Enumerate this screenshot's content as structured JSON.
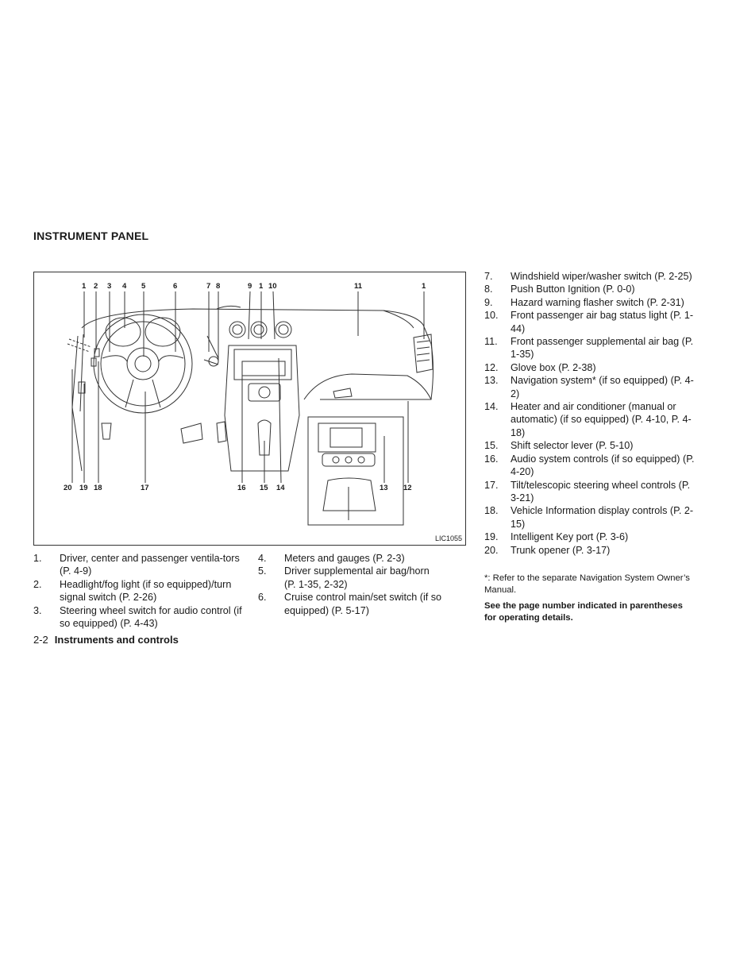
{
  "section_title": "INSTRUMENT PANEL",
  "figure": {
    "code": "LIC1055",
    "callouts_top": [
      "1",
      "2",
      "3",
      "4",
      "5",
      "6",
      "7",
      "8",
      "9",
      "1",
      "10",
      "11",
      "1"
    ],
    "callouts_bottom": [
      "20",
      "19",
      "18",
      "17",
      "16",
      "15",
      "14",
      "13",
      "12"
    ]
  },
  "items": [
    {
      "num": "1.",
      "text": "Driver, center and passenger ventila-tors (P. 4-9)"
    },
    {
      "num": "2.",
      "text": "Headlight/fog light (if so equipped)/turn signal switch (P. 2-26)"
    },
    {
      "num": "3.",
      "text": "Steering wheel switch for audio control (if so equipped) (P. 4-43)"
    },
    {
      "num": "4.",
      "text": "Meters and gauges (P. 2-3)"
    },
    {
      "num": "5.",
      "text": "Driver supplemental air bag/horn (P. 1-35, 2-32)"
    },
    {
      "num": "6.",
      "text": "Cruise control main/set switch (if so equipped) (P. 5-17)"
    },
    {
      "num": "7.",
      "text": "Windshield wiper/washer switch (P. 2-25)"
    },
    {
      "num": "8.",
      "text": "Push Button Ignition (P. 0-0)"
    },
    {
      "num": "9.",
      "text": "Hazard warning flasher switch (P. 2-31)"
    },
    {
      "num": "10.",
      "text": "Front passenger air bag status light (P. 1-44)"
    },
    {
      "num": "11.",
      "text": "Front passenger supplemental air bag (P. 1-35)"
    },
    {
      "num": "12.",
      "text": "Glove box (P. 2-38)"
    },
    {
      "num": "13.",
      "text": "Navigation system* (if so equipped) (P. 4-2)"
    },
    {
      "num": "14.",
      "text": "Heater and air conditioner (manual or automatic) (if so equipped) (P. 4-10, P. 4-18)"
    },
    {
      "num": "15.",
      "text": "Shift selector lever (P. 5-10)"
    },
    {
      "num": "16.",
      "text": "Audio system controls (if so equipped) (P. 4-20)"
    },
    {
      "num": "17.",
      "text": "Tilt/telescopic steering wheel controls (P. 3-21)"
    },
    {
      "num": "18.",
      "text": "Vehicle Information display controls (P. 2-15)"
    },
    {
      "num": "19.",
      "text": "Intelligent Key port (P. 3-6)"
    },
    {
      "num": "20.",
      "text": "Trunk opener (P. 3-17)"
    }
  ],
  "footnote": "*: Refer to the separate Navigation System Owner’s Manual.",
  "see_note": "See the page number indicated in parentheses for operating details.",
  "footer": {
    "page": "2-2",
    "section": "Instruments and controls"
  }
}
